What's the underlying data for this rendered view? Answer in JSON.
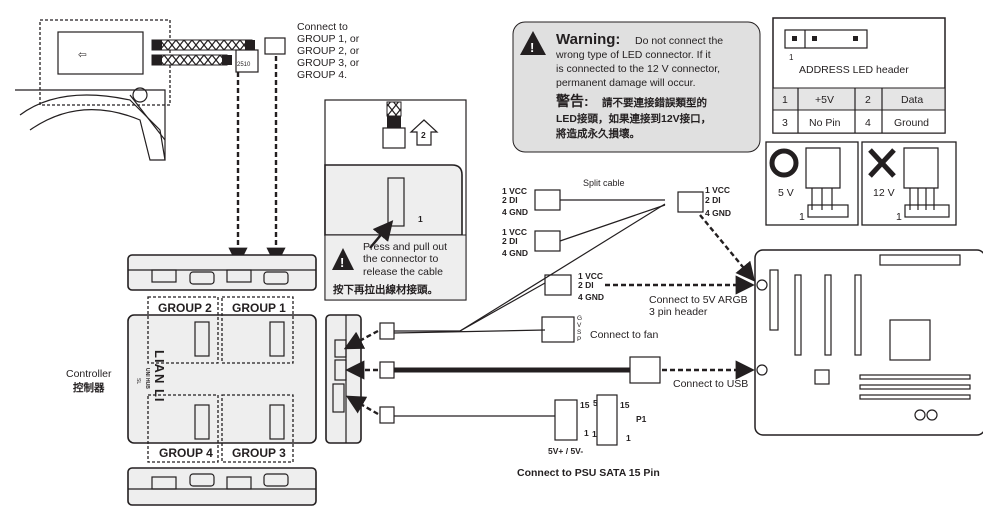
{
  "fan": {
    "connect_lines": [
      "Connect to",
      "GROUP 1, or",
      "GROUP 2, or",
      "GROUP 3, or",
      "GROUP 4."
    ],
    "cable_label": "2510"
  },
  "release": {
    "step1": "1",
    "step2": "2",
    "lines": [
      "Press and pull out",
      "the connector to",
      "release the cable"
    ],
    "chinese": "按下再拉出線材接頭。"
  },
  "controller": {
    "label_en": "Controller",
    "label_zh": "控制器",
    "brand": "LIAN LI",
    "model": "UNI HUB",
    "sub": "SL",
    "groups": [
      "GROUP 2",
      "GROUP 1",
      "GROUP 4",
      "GROUP 3"
    ]
  },
  "warning": {
    "title": "Warning:",
    "lines": [
      "Do not connect the",
      "wrong type of LED connector. If it",
      "is connected to the 12 V connector,",
      "permanent damage will occur."
    ],
    "title_zh": "警告:",
    "lines_zh": [
      "請不要連接錯誤類型的",
      "LED接頭，如果連接到12V接口，",
      "將造成永久損壞。"
    ]
  },
  "header": {
    "pin1": "1",
    "title": "ADDRESS LED header",
    "table": [
      [
        "1",
        "+5V",
        "2",
        "Data"
      ],
      [
        "3",
        "No Pin",
        "4",
        "Ground"
      ]
    ]
  },
  "compat": {
    "ok_label": "5 V",
    "bad_label": "12 V",
    "pin": "1"
  },
  "split": {
    "title": "Split cable",
    "pins": [
      "1 VCC",
      "2 DI",
      "4 GND"
    ]
  },
  "connections": {
    "argb": [
      "Connect to 5V ARGB",
      "3 pin header"
    ],
    "fan_pins": [
      "G",
      "V",
      "S",
      "P"
    ],
    "fan": "Connect to fan",
    "usb": "Connect to USB",
    "sata_15": "15",
    "sata_5": "5",
    "sata_1": "1",
    "sata_p1": "P1",
    "sata_voltage": "5V+ / 5V-",
    "sata": "Connect  to PSU SATA 15 Pin"
  }
}
